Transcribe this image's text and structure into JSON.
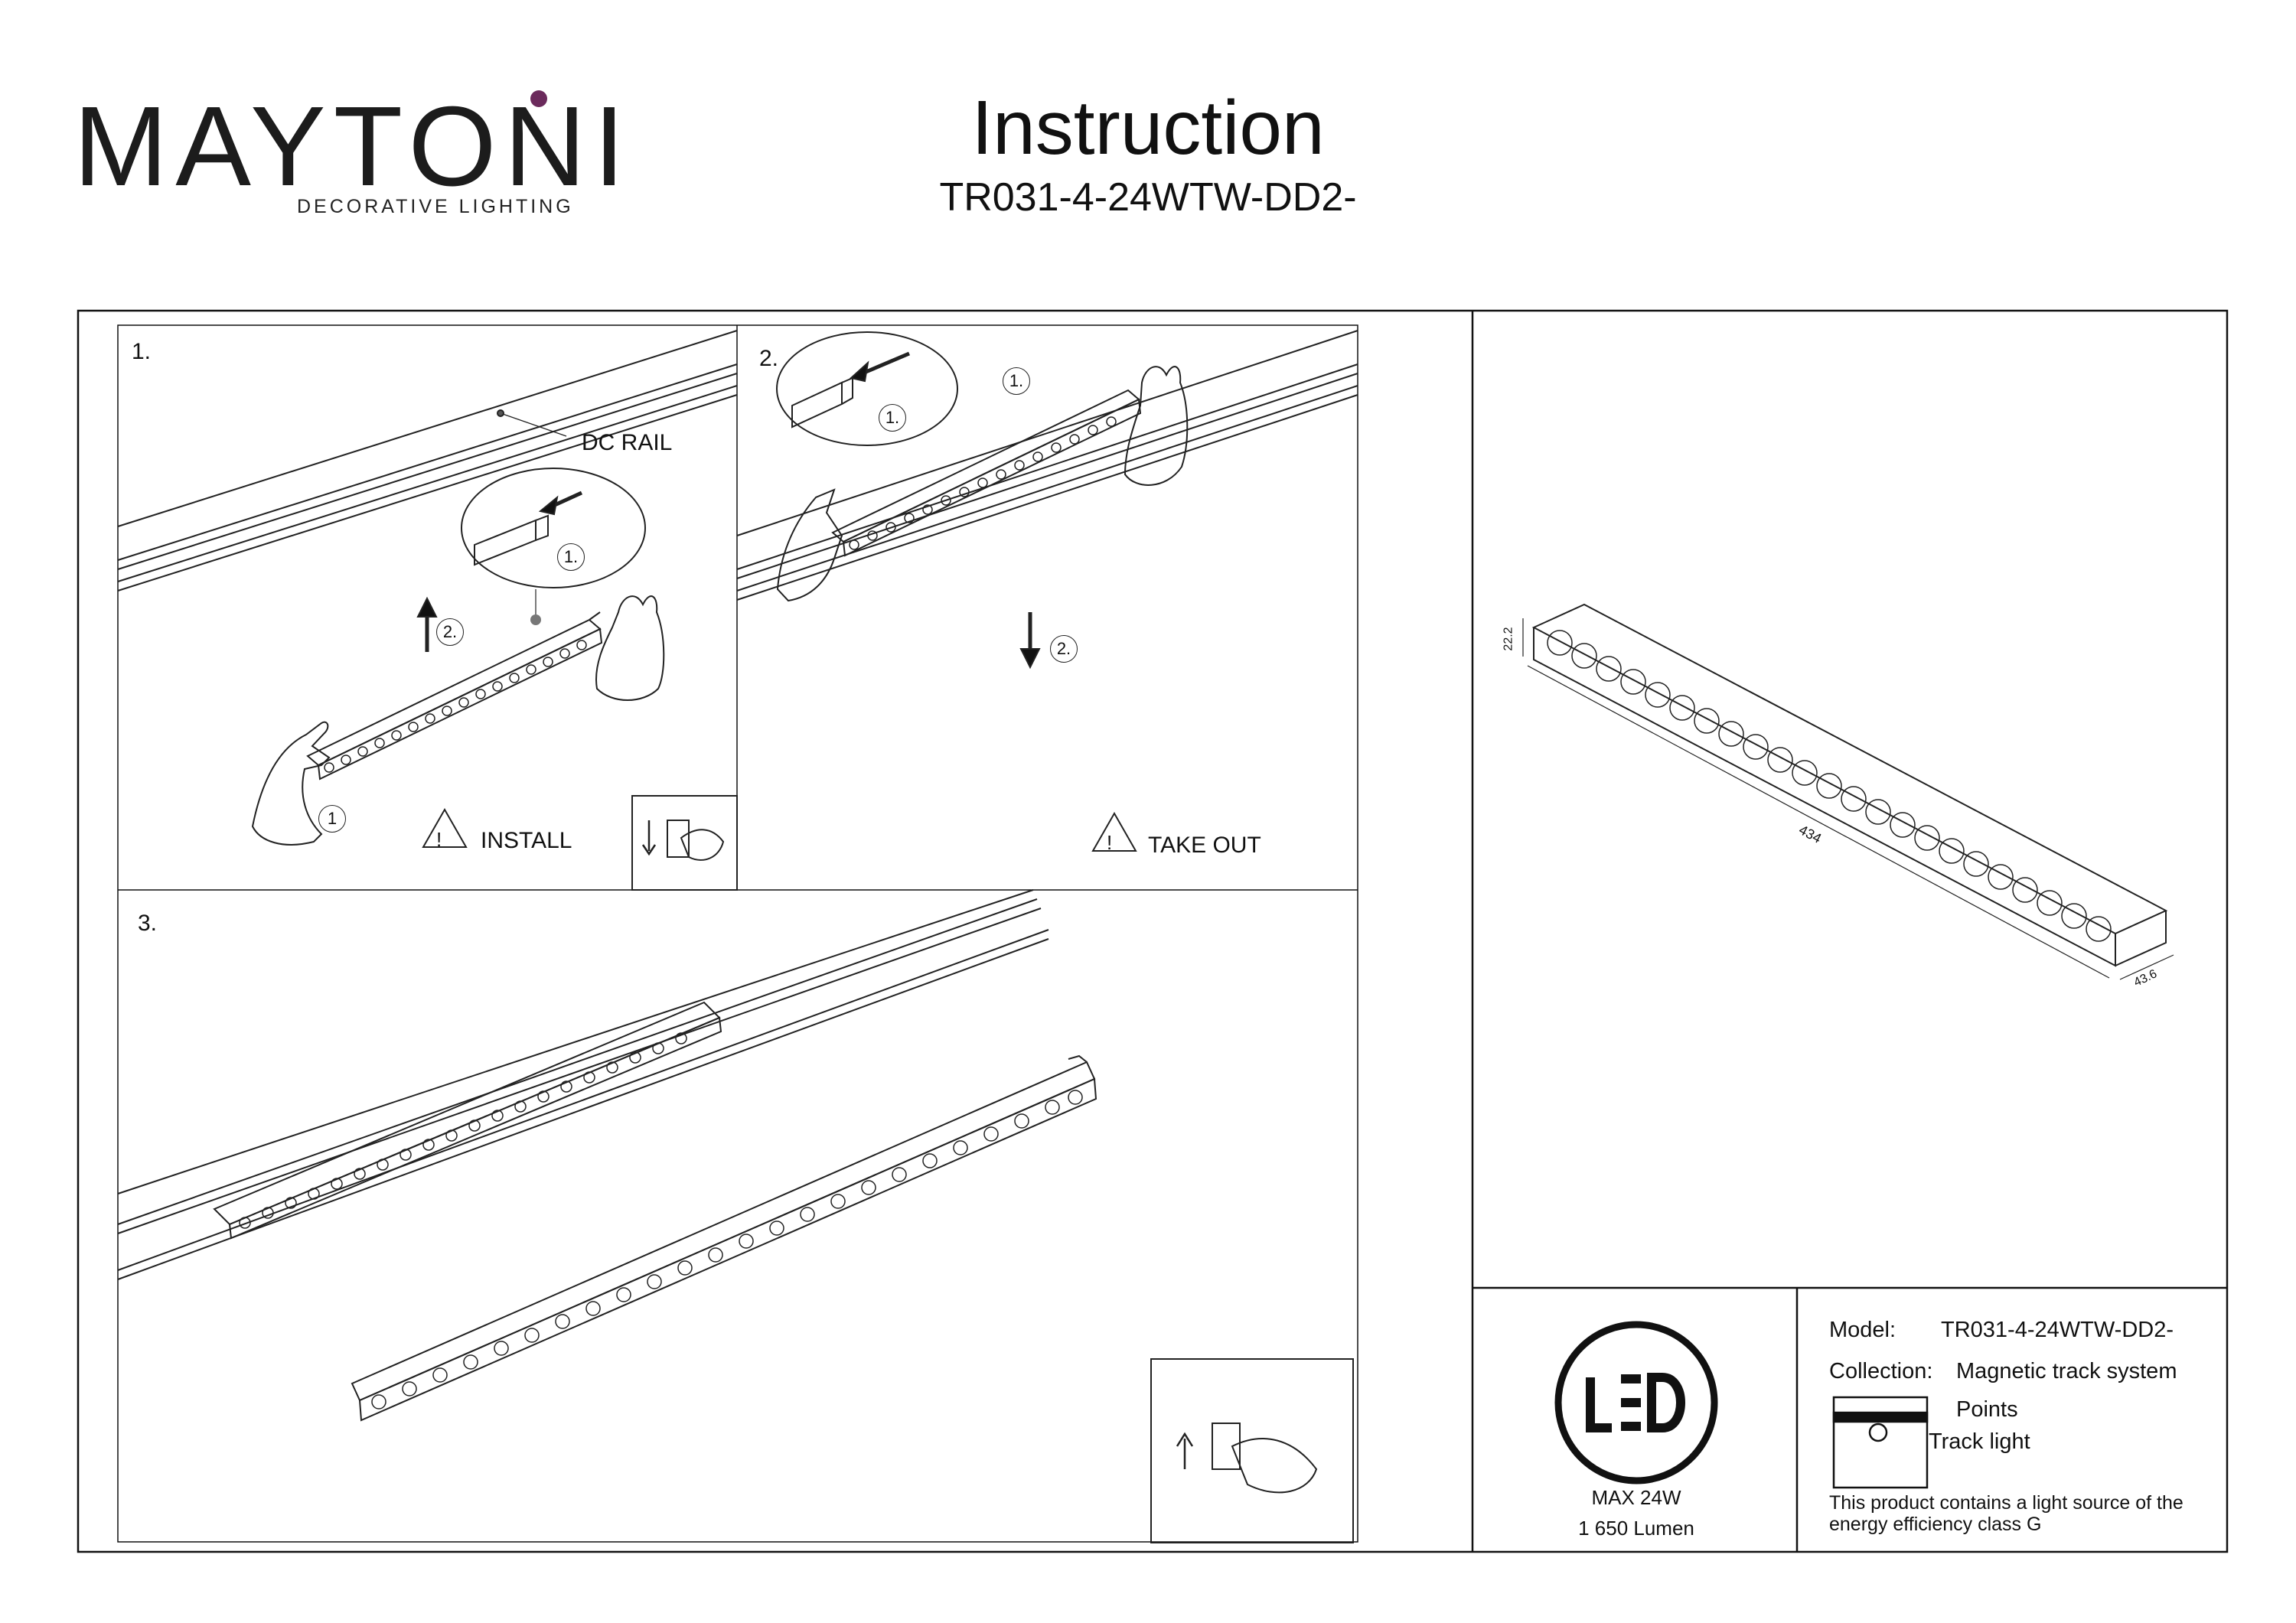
{
  "brand": {
    "name": "MAYTONI",
    "tagline": "DECORATIVE LIGHTING",
    "accent_color": "#6b2a5c"
  },
  "header": {
    "title": "Instruction",
    "model_code": "TR031-4-24WTW-DD2-"
  },
  "steps": {
    "step1": {
      "number": "1.",
      "rail_label": "DC RAIL",
      "callout_1": "1.",
      "callout_2": "2.",
      "callout_hand": "1",
      "warning": "INSTALL",
      "warning_icon": "warning-triangle-icon"
    },
    "step2": {
      "number": "2.",
      "callout_1a": "1.",
      "callout_1b": "1.",
      "callout_2": "2.",
      "warning": "TAKE OUT",
      "warning_icon": "warning-triangle-icon"
    },
    "step3": {
      "number": "3."
    }
  },
  "dimensions": {
    "height": "22.2",
    "length": "434",
    "width": "43.6"
  },
  "specs": {
    "led_label": "LED",
    "max_power": "MAX 24W",
    "lumen": "1 650 Lumen"
  },
  "info": {
    "model_label": "Model:",
    "model_value": "TR031-4-24WTW-DD2-",
    "collection_label": "Collection:",
    "collection_value": "Magnetic track system",
    "points_label": "Points",
    "track_light_label": "Track light",
    "energy_note_line1": "This product contains a light source of the",
    "energy_note_line2": "energy efficiency class G"
  }
}
